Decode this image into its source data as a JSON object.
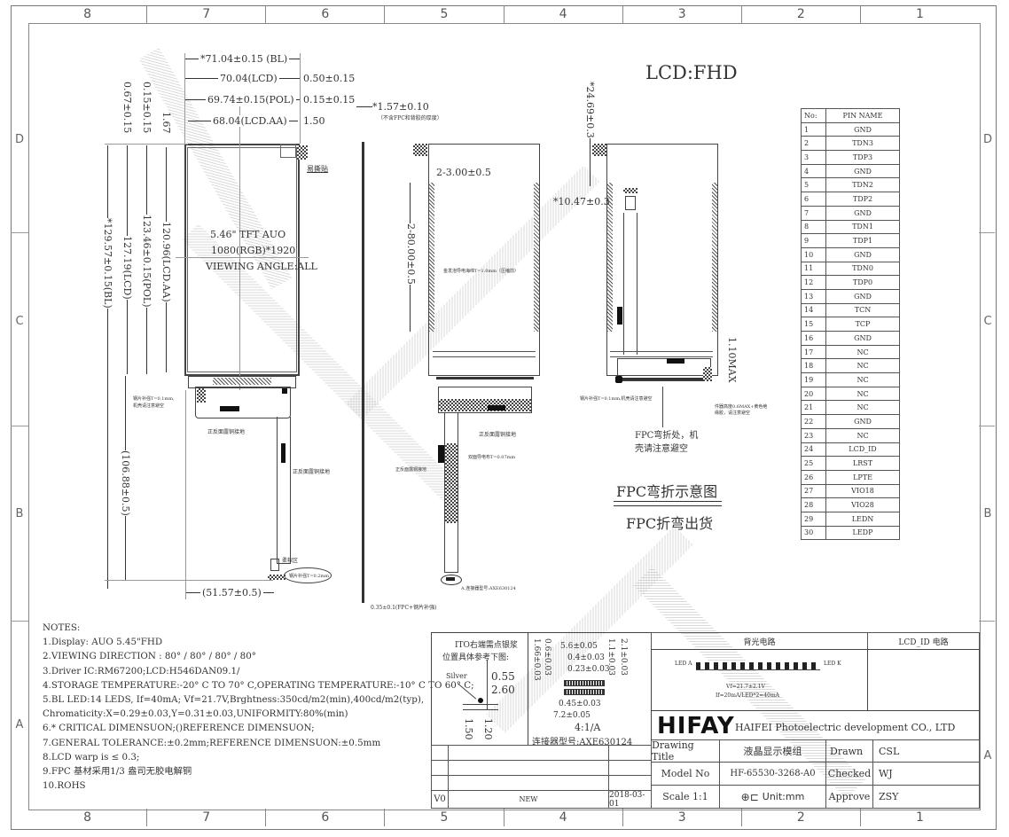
{
  "frame": {
    "zones_columns": [
      "8",
      "7",
      "6",
      "5",
      "4",
      "3",
      "2",
      "1"
    ],
    "zones_rows": [
      "D",
      "C",
      "B",
      "A"
    ]
  },
  "header": {
    "title": "LCD:FHD"
  },
  "front_view": {
    "dims": {
      "bl_width": "*71.04±0.15 (BL)",
      "lcd_width": "70.04(LCD)",
      "pol_width": "69.74±0.15(POL)",
      "aa_width": "68.04(LCD.AA)",
      "right_1": "0.50±0.15",
      "right_2": "0.15±0.15",
      "right_3": "1.50",
      "left_1": "0.67±0.15",
      "left_2": "0.15±0.15",
      "left_3": "1.67",
      "bl_height": "*129.57±0.15(BL)",
      "lcd_height": "127.19(LCD)",
      "pol_height": "123.46±0.15(POL)",
      "aa_height": "120.96(LCD.AA)",
      "fpc_length": "(106.88±0.5)",
      "fpc_width": "(51.57±0.5)"
    },
    "panel_text": [
      "5.46\" TFT AUO",
      "1080(RGB)*1920",
      "VIEWING ANGLE:ALL"
    ],
    "labels": {
      "tear_tab": "易撕贴",
      "steel_note_1": "钢片补强T=0.1mm,",
      "steel_note_2": "机壳请注意避空",
      "copper_ground_1": "正反面露铜接地",
      "copper_ground_2": "正反面露铜接地",
      "soft_area": "柔软区",
      "steel_stiffener": "钢片补强T=0.2mm"
    }
  },
  "side_view": {
    "thickness": "*1.57±0.10",
    "thickness_note": "（不含FPC和背胶的厚度）",
    "fpc_thickness": "0.35±0.1(FPC+钢片补强)"
  },
  "back_view": {
    "dims": {
      "tape_width": "2-3.00±0.5",
      "tape_length": "2-80.00±0.5"
    },
    "labels": {
      "conductive_tape": "金发泡导电海绵T=1.0mm（压缩前）",
      "copper_ground": "正反面露铜接地",
      "double_side": "双面导电布T=0.07mm",
      "copper_ground_left": "正反面露铜接地",
      "connector": "A.连接器型号:AXE630124"
    }
  },
  "bent_view": {
    "dims": {
      "top_offset": "*24.69±0.3",
      "connector_offset": "*10.47±0.3",
      "max_height": "1.10MAX"
    },
    "labels": {
      "steel_note": "钢片补强T=0.1mm,机壳请注意避空",
      "component_note": "件器高度0.6MAX+黄色绝缘胶，请注意避空",
      "bend_note_1": "FPC弯折处，机",
      "bend_note_2": "壳请注意避空",
      "bend_title": "FPC弯折示意图",
      "ship_title": "FPC折弯出货"
    }
  },
  "pin_table": {
    "headers": [
      "No:",
      "PIN NAME"
    ],
    "rows": [
      [
        "1",
        "GND"
      ],
      [
        "2",
        "TDN3"
      ],
      [
        "3",
        "TDP3"
      ],
      [
        "4",
        "GND"
      ],
      [
        "5",
        "TDN2"
      ],
      [
        "6",
        "TDP2"
      ],
      [
        "7",
        "GND"
      ],
      [
        "8",
        "TDN1"
      ],
      [
        "9",
        "TDP1"
      ],
      [
        "10",
        "GND"
      ],
      [
        "11",
        "TDN0"
      ],
      [
        "12",
        "TDP0"
      ],
      [
        "13",
        "GND"
      ],
      [
        "14",
        "TCN"
      ],
      [
        "15",
        "TCP"
      ],
      [
        "16",
        "GND"
      ],
      [
        "17",
        "NC"
      ],
      [
        "18",
        "NC"
      ],
      [
        "19",
        "NC"
      ],
      [
        "20",
        "NC"
      ],
      [
        "21",
        "NC"
      ],
      [
        "22",
        "GND"
      ],
      [
        "23",
        "NC"
      ],
      [
        "24",
        "LCD_ID"
      ],
      [
        "25",
        "LRST"
      ],
      [
        "26",
        "LPTE"
      ],
      [
        "27",
        "VIO18"
      ],
      [
        "28",
        "VIO28"
      ],
      [
        "29",
        "LEDN"
      ],
      [
        "30",
        "LEDP"
      ]
    ]
  },
  "notes": {
    "title": "NOTES:",
    "items": [
      "1.Display: AUO 5.45\"FHD",
      "2.VIEWING DIRECTION : 80° / 80° / 80° / 80°",
      "3.Driver IC:RM67200;LCD:H546DAN09.1/",
      "4.STORAGE TEMPERATURE:-20° C TO 70° C,OPERATING TEMPERATURE:-10° C TO 60° C;",
      "5.BL LED:14 LEDS, If=40mA; Vf=21.7V,Brghtness:350cd/m2(min),400cd/m2(typ),",
      "Chromaticity:X=0.29±0.03,Y=0.31±0.03,UNIFORMITY:80%(min)",
      "6.* CRITICAL DIMENSUON;()REFERENCE DIMENSUON;",
      "7.GENERAL TOLERANCE:±0.2mm;REFERENCE DIMENSUON:±0.5mm",
      "8.LCD warp is ≤ 0.3;",
      "9.FPC 基材采用1/3 盎司无胶电解铜",
      "10.ROHS"
    ]
  },
  "ito_detail": {
    "title_1": "ITO右端需点银浆",
    "title_2": "位置具体参考下图:",
    "silver": "Silver",
    "d1": "0.55",
    "d2": "2.60",
    "d3": "1.50",
    "d4": "1.20"
  },
  "connector_detail": {
    "d1": "5.6±0.05",
    "d2": "0.4±0.03",
    "d3": "0.23±0.03",
    "d4": "0.45±0.03",
    "d5": "7.2±0.05",
    "v1": "1.66±0.03",
    "v2": "0.6±0.03",
    "v3": "1.1±0.03",
    "v4": "2.1±0.03",
    "scale": "4:1/A",
    "model": "连接器型号:AXE630124"
  },
  "revision": {
    "version": "V0",
    "description": "NEW",
    "date": "2018-03-01"
  },
  "backlight_circuit": {
    "title": "背光电路",
    "led_a": "LED A",
    "led_k": "LED K",
    "vf": "Vf=21.7±2.1V",
    "if": "If=20mA/LED*2=40mA",
    "id_title": "LCD_ID 电路"
  },
  "title_block": {
    "logo": "HIFAY",
    "company": "HAIFEI Photoelectric development CO., LTD",
    "drawing_title_label": "Drawing Title",
    "drawing_title": "液晶显示模组",
    "model_label": "Model No",
    "model": "HF-65530-3268-A0",
    "scale": "Scale 1:1",
    "unit": "Unit:mm",
    "drawn_label": "Drawn",
    "drawn": "CSL",
    "checked_label": "Checked",
    "checked": "WJ",
    "approve_label": "Approve",
    "approve": "ZSY"
  }
}
